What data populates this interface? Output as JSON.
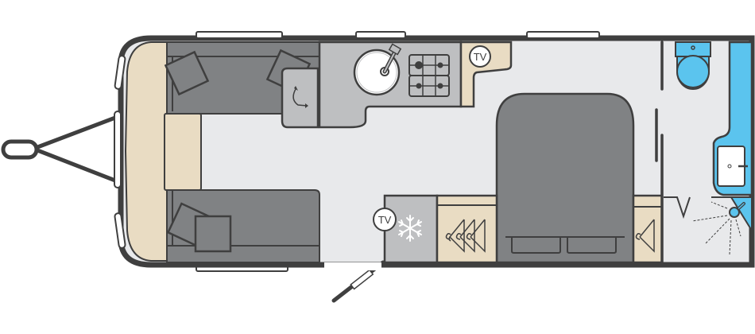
{
  "diagram": {
    "type": "caravan-floor-plan",
    "colors": {
      "wall": "#3f3f3f",
      "floor": "#e8e9eb",
      "upholstery": "#808284",
      "cabinet_grey": "#bebfc1",
      "wood": "#e9dcc3",
      "bathroom_blue": "#5bc4ee",
      "white": "#ffffff"
    },
    "labels": {
      "tv_kitchen": "TV",
      "tv_front_door": "TV"
    },
    "zones": [
      {
        "id": "front-lounge",
        "label": "Front lounge with sofas"
      },
      {
        "id": "kitchen",
        "label": "Kitchen with sink and hob"
      },
      {
        "id": "fridge",
        "label": "Fridge"
      },
      {
        "id": "wardrobe-large",
        "label": "Wardrobe"
      },
      {
        "id": "island-bed",
        "label": "Island bed"
      },
      {
        "id": "wardrobe-small",
        "label": "Wardrobe"
      },
      {
        "id": "washroom",
        "label": "Washroom with toilet, basin and shower"
      }
    ]
  }
}
